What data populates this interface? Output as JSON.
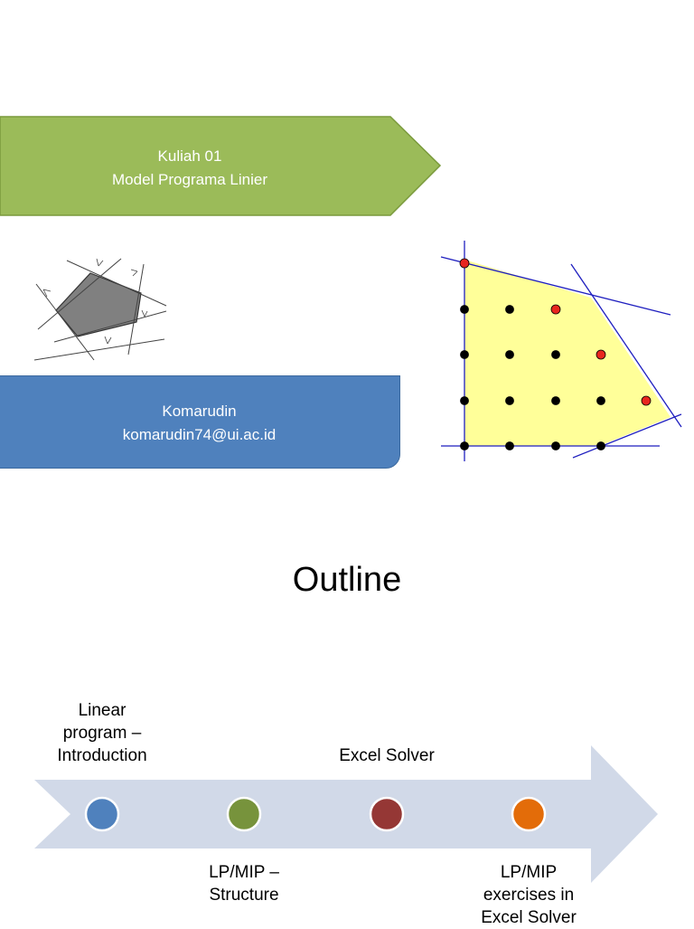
{
  "slide1": {
    "title_line1": "Kuliah 01",
    "title_line2": "Model Programa Linier",
    "author_name": "Komarudin",
    "author_email": "komarudin74@ui.ac.id",
    "colors": {
      "banner_green": "#9bbb59",
      "author_blue": "#4f81bd",
      "feasible_region": "#ffff99",
      "constraint_line": "#1f1fbf",
      "point_red": "#e8261e"
    }
  },
  "slide2": {
    "title": "Outline",
    "timeline": [
      {
        "label": "Linear\nprogram –\nIntroduction",
        "position": "top",
        "color": "#4f81bd"
      },
      {
        "label": "LP/MIP –\nStructure",
        "position": "bottom",
        "color": "#77933c"
      },
      {
        "label": "Excel Solver",
        "position": "top",
        "color": "#953735"
      },
      {
        "label": "LP/MIP\nexercises in\nExcel Solver",
        "position": "bottom",
        "color": "#e36c09"
      }
    ],
    "arrow_color": "#d1d9e8"
  }
}
